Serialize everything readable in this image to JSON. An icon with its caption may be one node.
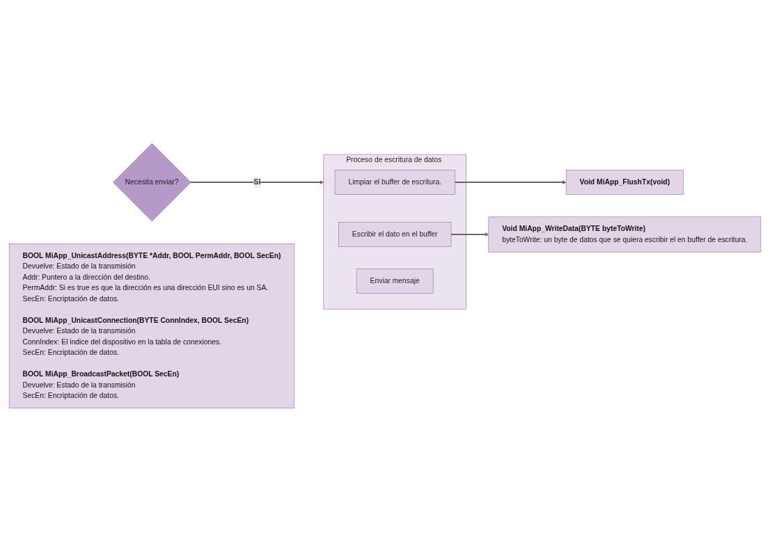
{
  "diagram": {
    "nodes": [
      {
        "text": [
          "Necesita enviar?"
        ]
      },
      {
        "text": [
          "Proceso de escritura de datos"
        ]
      },
      {
        "text": [
          "Limpiar el buffer de escritura."
        ],
        "in": 1
      },
      {
        "text": [
          "Escribir el dato en el buffer"
        ],
        "in": 1
      },
      {
        "text": [
          "Enviar mensaje"
        ],
        "in": 1
      },
      {
        "text": [
          "Void MiApp_FlushTx(void)"
        ]
      },
      {
        "text": [
          "Void MiApp_WriteData(BYTE byteToWrite)",
          "byteToWrite: un byte de datos que se quiera escribir el en buffer de escritura."
        ]
      },
      {
        "text": [
          "BOOL MiApp_UnicastAddress(BYTE *Addr, BOOL PermAddr, BOOL SecEn)",
          "Devuelve: Estado de la transmisión",
          "Addr: Puntero a la dirección del destino.",
          "PermAddr: Si es true es que la dirección es una dirección EUI sino es un SA.",
          "SecEn: Encriptación de datos.",
          "BOOL MiApp_UnicastConnection(BYTE  ConnIndex, BOOL SecEn)",
          "Devuelve: Estado de la transmisión",
          "ConnIndex: El indice del dispositivo en la tabla de conexiones.",
          "SecEn: Encriptación de datos.",
          "BOOL MiApp_BroadcastPacket(BOOL SecEn)",
          "Devuelve: Estado de la transmisión",
          "SecEn: Encriptación de datos."
        ]
      }
    ],
    "edges": [
      {
        "from": 0,
        "to": 1,
        "label": "SI",
        "arrow": "to"
      },
      {
        "from": 2,
        "to": 5,
        "arrow": "to"
      },
      {
        "from": 3,
        "to": 6,
        "arrow": "to"
      }
    ]
  }
}
